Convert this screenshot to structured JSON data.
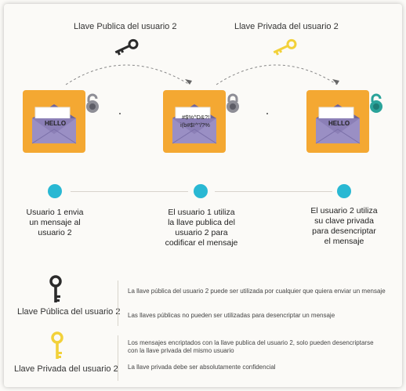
{
  "top": {
    "public_key_title": "Llave Publica del usuario 2",
    "private_key_title": "Llave Privada del usuario 2"
  },
  "cards": [
    {
      "line1": "HELLO",
      "line2": "",
      "lock": "open"
    },
    {
      "line1": "#$%^D&?!",
      "line2": "i(b#$!^\"/?%",
      "lock": "closed"
    },
    {
      "line1": "HELLO",
      "line2": "",
      "lock": "open"
    }
  ],
  "steps": [
    {
      "line1": "Usuario 1 envia",
      "line2": "un mensaje al",
      "line3": "usuario 2",
      "line4": ""
    },
    {
      "line1": "El usuario 1 utiliza",
      "line2": "la llave publica del",
      "line3": "usuario 2 para",
      "line4": "codificar el mensaje"
    },
    {
      "line1": "El usuario 2 utiliza",
      "line2": "su clave privada",
      "line3": "para desencriptar",
      "line4": "el mensaje"
    }
  ],
  "legend": {
    "public": {
      "label": "Llave Pública del usuario 2",
      "note1": "La llave pública del usuario 2 puede ser utilizada por cualquier que quiera enviar un mensaje",
      "note2": "Las llaves públicas no pueden ser utilizadas para desencriptar un mensaje"
    },
    "private": {
      "label": "Llave Privada del usuario 2",
      "note1a": "Los mensajes encriptados con la llave publica del usuario 2, solo pueden desencriptarse",
      "note1b": "con la llave privada del mismo usuario",
      "note2": "La llave privada debe ser absolutamente confidencial"
    }
  },
  "colors": {
    "card_orange": "#f4a832",
    "envelope": "#8b7fb6",
    "envelope_dark": "#6f6499",
    "dot": "#29b8d3",
    "public_key": "#2b2b2b",
    "private_key": "#f2d13a",
    "lock_gray": "#8e8e96",
    "lock_teal": "#2aa39a"
  }
}
